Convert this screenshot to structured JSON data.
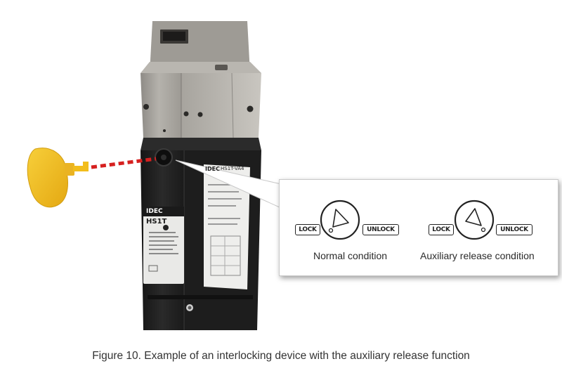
{
  "device": {
    "brand": "IDEC",
    "model_front": "HS1T",
    "model_side": "HS1T-VA4"
  },
  "callout": {
    "conditions": [
      {
        "caption": "Normal condition",
        "lock_tag": "LOCK",
        "unlock_tag": "UNLOCK"
      },
      {
        "caption": "Auxiliary release condition",
        "lock_tag": "LOCK",
        "unlock_tag": "UNLOCK"
      }
    ]
  },
  "figure_caption": "Figure 10. Example of an interlocking device with the auxiliary release function",
  "colors": {
    "key": "#f2bd1c",
    "guide_line": "#d6201f",
    "body": "#1f1f1f",
    "head_metal": "#a9a6a1"
  }
}
